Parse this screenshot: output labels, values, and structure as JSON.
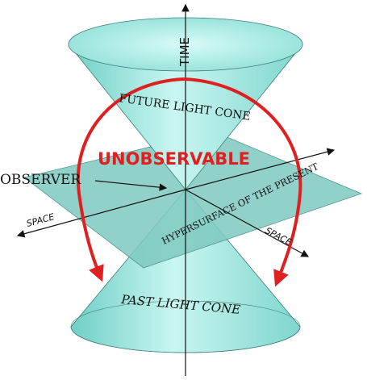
{
  "colors": {
    "cone_fill": "#a8ece6",
    "cone_edge": "#3d7d78",
    "plane_fill": "#7ec9c0",
    "arrow_red": "#e02020",
    "axis": "#111111"
  },
  "labels": {
    "time": "TIME",
    "future_light_cone": "FUTURE LIGHT CONE",
    "unobservable": "UNOBSERVABLE",
    "observer": "OBSERVER",
    "space_left": "SPACE",
    "space_right": "SPACE",
    "hypersurface": "HYPERSURFACE OF THE PRESENT",
    "past_light_cone": "PAST LIGHT CONE"
  }
}
